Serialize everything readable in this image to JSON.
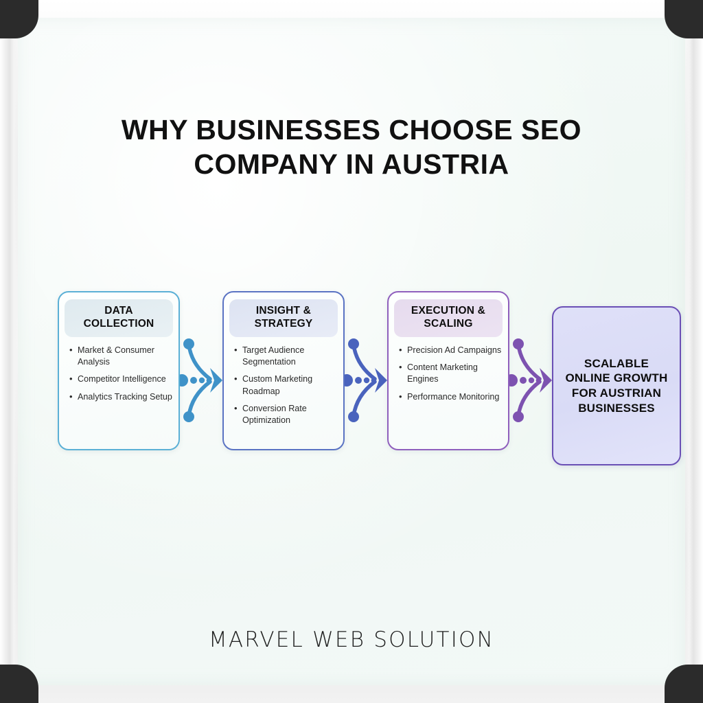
{
  "board": {
    "title": "WHY BUSINESSES CHOOSE SEO COMPANY IN AUSTRIA",
    "footer": "MARVEL WEB SOLUTION",
    "surface_color": "#f1f8f5",
    "frame_color": "#e9e9e9",
    "corner_color": "#2b2b2b"
  },
  "chart_data": {
    "type": "diagram",
    "title": "WHY BUSINESSES CHOOSE SEO COMPANY IN AUSTRIA",
    "layout": "horizontal-process-flow",
    "stage_count": 3,
    "stages": [
      {
        "index": 1,
        "heading": "DATA COLLECTION",
        "accent": "#5bb0d6",
        "bullets": [
          "Market & Consumer Analysis",
          "Competitor Intelligence",
          "Analytics Tracking Setup"
        ]
      },
      {
        "index": 2,
        "heading": "INSIGHT & STRATEGY",
        "accent": "#5a73c3",
        "bullets": [
          "Target Audience Segmentation",
          "Custom Marketing Roadmap",
          "Conversion Rate Optimization"
        ]
      },
      {
        "index": 3,
        "heading": "EXECUTION & SCALING",
        "accent": "#8f5fbd",
        "bullets": [
          "Precision Ad Campaigns",
          "Content Marketing Engines",
          "Performance Monitoring"
        ]
      }
    ],
    "outcome": {
      "label": "SCALABLE ONLINE GROWTH FOR AUSTRIAN BUSINESSES",
      "accent": "#6a4fb5",
      "fill": "#dcdef7"
    },
    "connectors": [
      {
        "index": 1,
        "from": "DATA COLLECTION",
        "to": "INSIGHT & STRATEGY",
        "color": "#3f92c8",
        "style": "dotted-arrow-with-branches"
      },
      {
        "index": 2,
        "from": "INSIGHT & STRATEGY",
        "to": "EXECUTION & SCALING",
        "color": "#4a63bd",
        "style": "dotted-arrow-with-branches"
      },
      {
        "index": 3,
        "from": "EXECUTION & SCALING",
        "to": "SCALABLE ONLINE GROWTH FOR AUSTRIAN BUSINESSES",
        "color": "#7d52b0",
        "style": "dotted-arrow-with-branches"
      }
    ]
  }
}
